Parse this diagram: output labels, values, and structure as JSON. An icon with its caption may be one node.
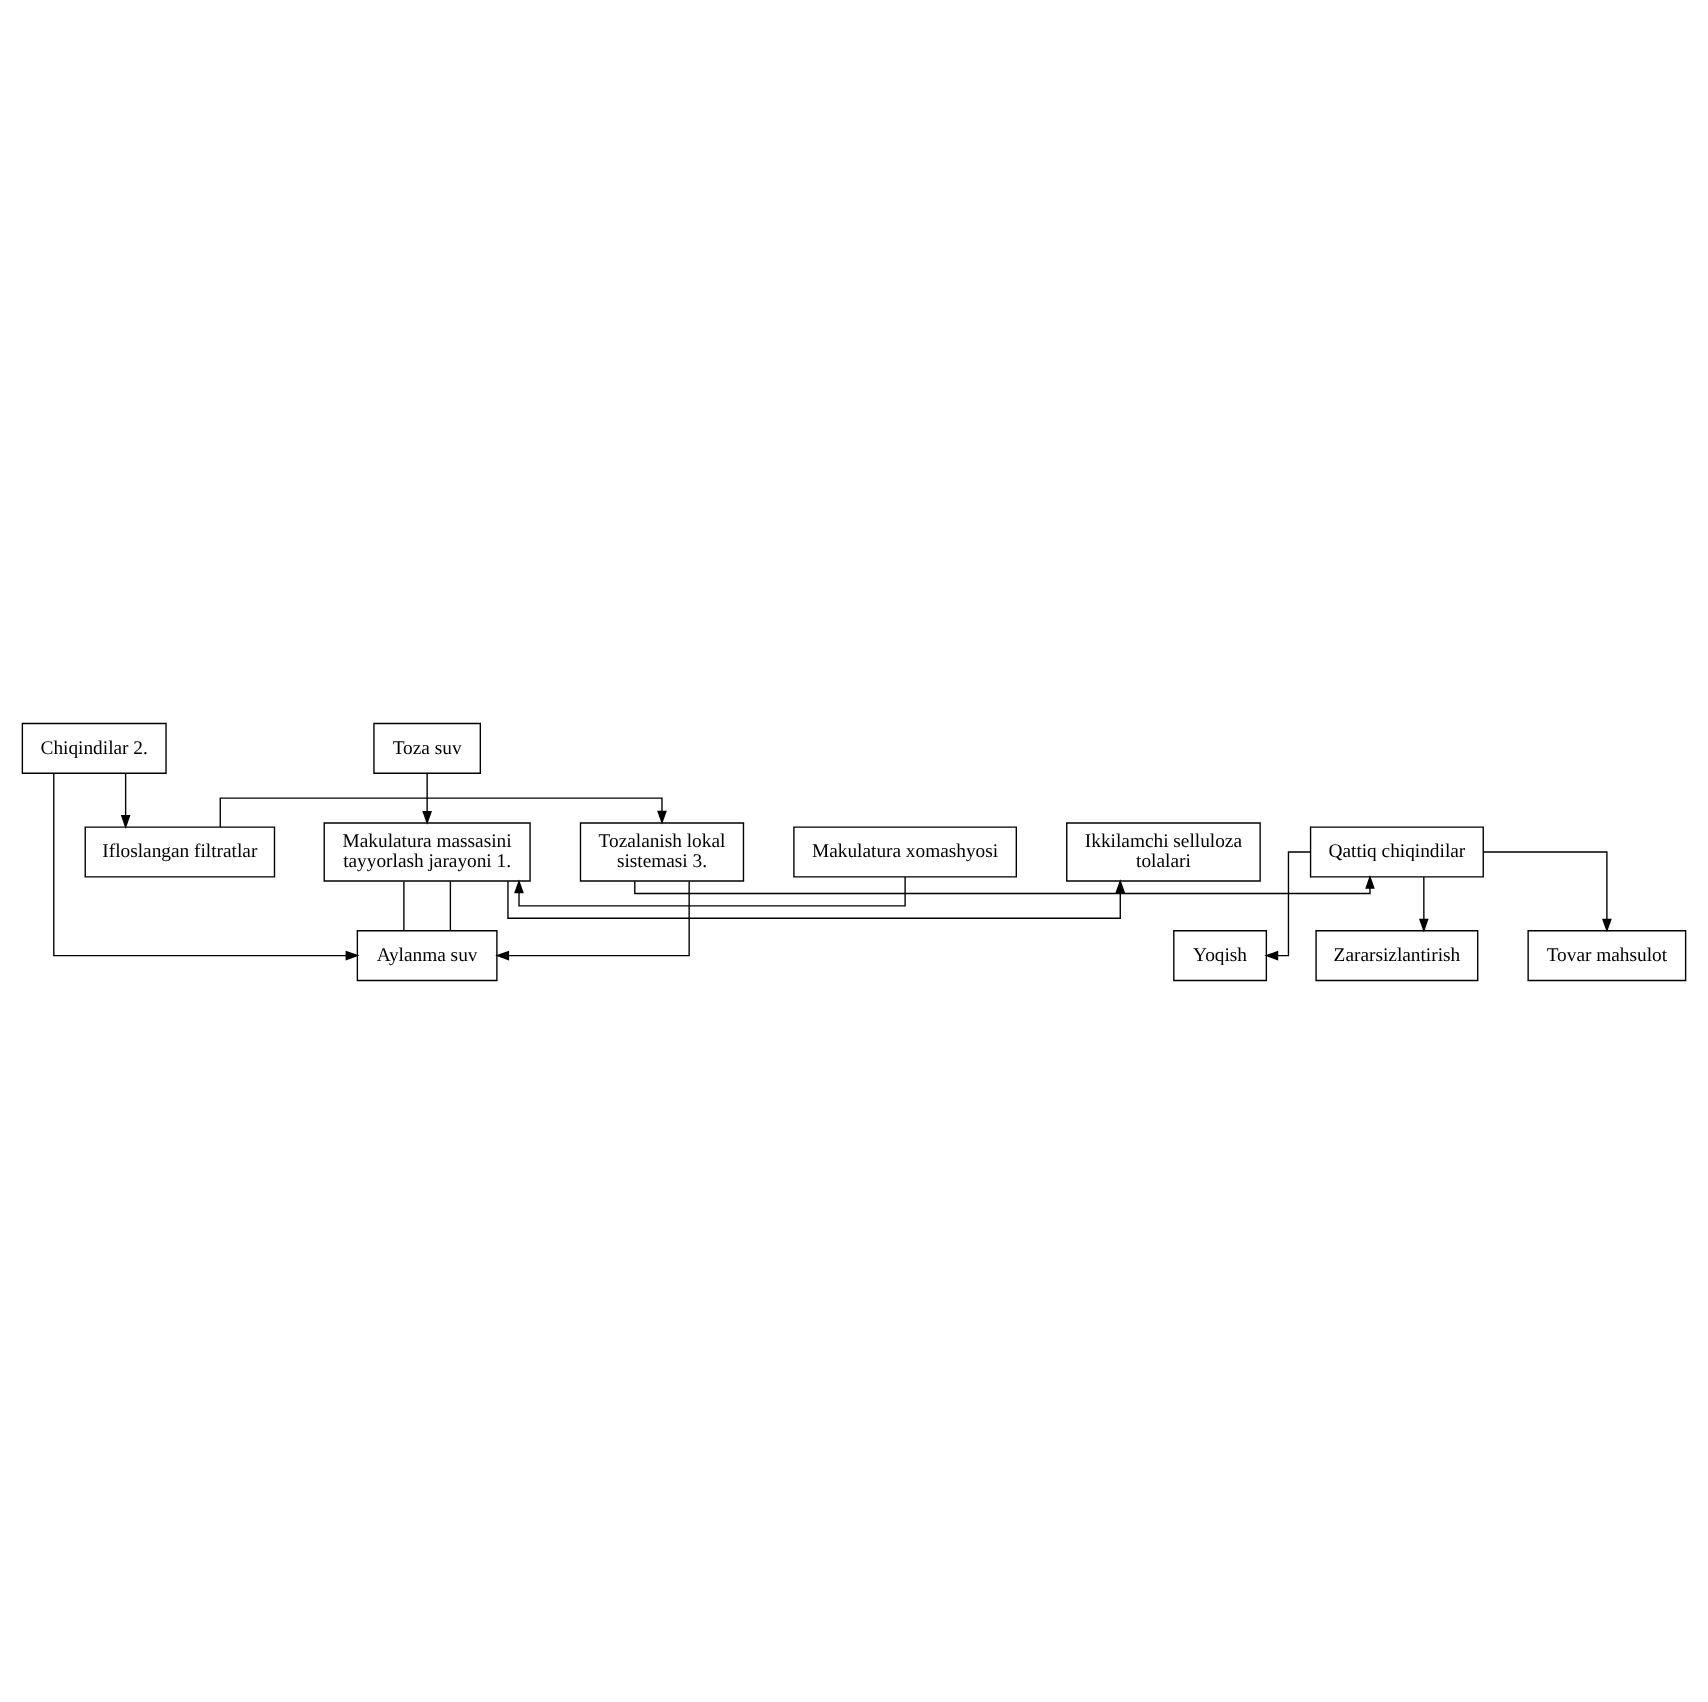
{
  "diagram": {
    "nodes": [
      {
        "text": [
          "Toza suv"
        ]
      },
      {
        "text": [
          "Makulatura xomashyosi"
        ]
      },
      {
        "text": [
          "Makulatura massasini tayyorlash jarayoni 1."
        ]
      },
      {
        "text": [
          "Ikkilamchi selluloza tolalari"
        ]
      },
      {
        "text": [
          "Chiqindilar 2."
        ]
      },
      {
        "text": [
          "Aylanma suv"
        ]
      },
      {
        "text": [
          "Qattiq chiqindilar"
        ]
      },
      {
        "text": [
          "Tozalanish lokal sistemasi 3."
        ]
      },
      {
        "text": [
          "Ifloslangan filtratlar"
        ]
      },
      {
        "text": [
          "Tovar mahsulot"
        ]
      },
      {
        "text": [
          "Yoqish"
        ]
      },
      {
        "text": [
          "Zararsizlantirish"
        ]
      }
    ],
    "edges": [
      {
        "from": 0,
        "to": 2,
        "arrow": "to"
      },
      {
        "from": 1,
        "to": 2,
        "arrow": "to"
      },
      {
        "from": 2,
        "to": 3,
        "arrow": "to"
      },
      {
        "from": 2,
        "to": 5,
        "arrow": "none"
      },
      {
        "from": 2,
        "to": 5,
        "arrow": "none"
      },
      {
        "from": 4,
        "to": 5,
        "arrow": "to"
      },
      {
        "from": 4,
        "to": 8,
        "arrow": "to"
      },
      {
        "from": 7,
        "to": 5,
        "arrow": "to"
      },
      {
        "from": 8,
        "to": 7,
        "arrow": "to"
      },
      {
        "from": 7,
        "to": 6,
        "arrow": "to"
      },
      {
        "from": 6,
        "to": 9,
        "arrow": "to"
      },
      {
        "from": 6,
        "to": 10,
        "arrow": "to"
      },
      {
        "from": 6,
        "to": 11,
        "arrow": "to"
      }
    ]
  }
}
